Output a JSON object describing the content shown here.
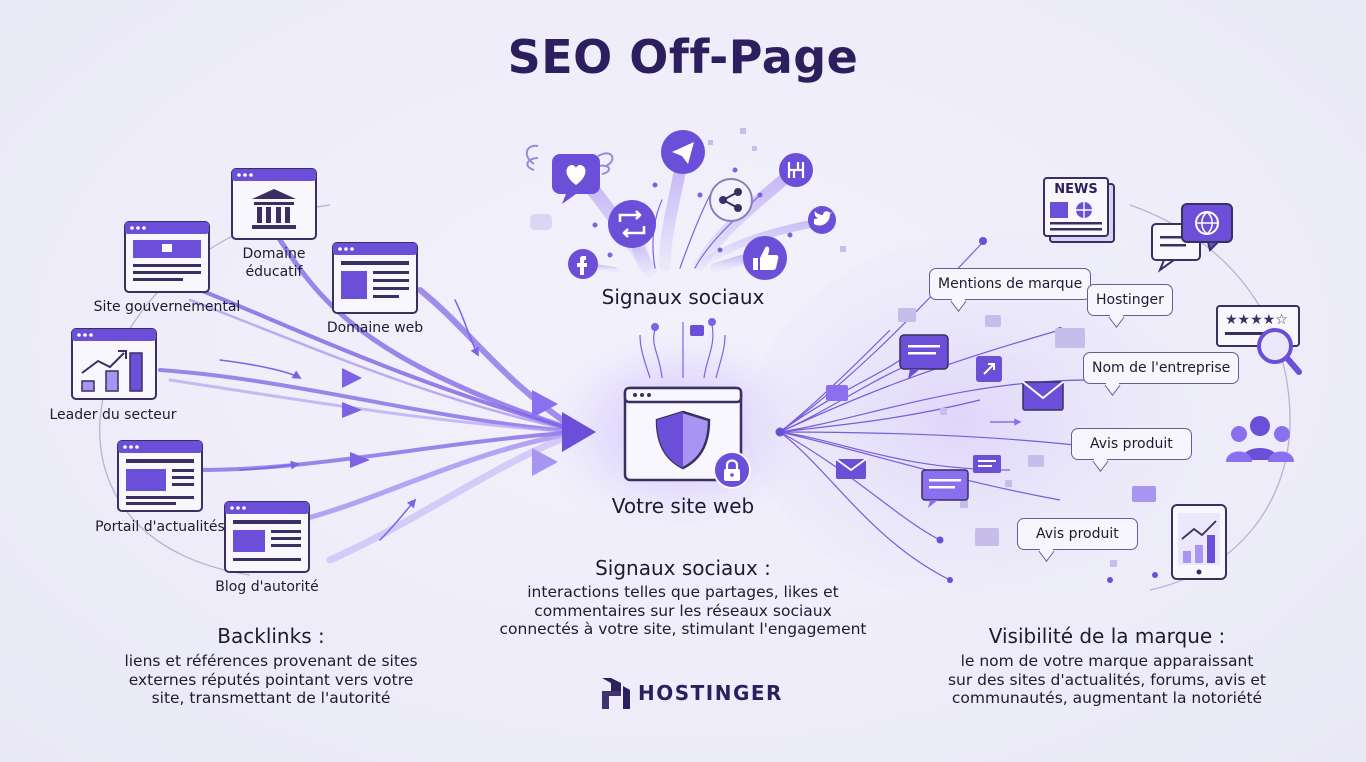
{
  "title": "SEO Off-Page",
  "backlinks": {
    "sources": [
      {
        "label": "Domaine\néducatif"
      },
      {
        "label": "Site gouvernemental"
      },
      {
        "label": "Domaine web"
      },
      {
        "label": "Leader du secteur"
      },
      {
        "label": "Portail d'actualités"
      },
      {
        "label": "Blog d'autorité"
      }
    ],
    "heading": "Backlinks :",
    "description": "liens et références provenant de sites externes réputés pointant vers votre site, transmettant de l'autorité"
  },
  "social": {
    "label": "Signaux sociaux",
    "heading": "Signaux sociaux :",
    "description": "interactions telles que partages, likes et commentaires sur les réseaux sociaux connectés à votre site, stimulant l'engagement",
    "icons": [
      "heart-icon",
      "telegram-icon",
      "share-icon",
      "hostinger-icon",
      "twitter-icon",
      "repost-icon",
      "facebook-icon",
      "thumbs-up-icon"
    ]
  },
  "hub": {
    "label": "Votre site web",
    "icon": "shield-lock-icon"
  },
  "brand_visibility": {
    "news_label": "NEWS",
    "bubbles": [
      "Mentions de marque",
      "Hostinger",
      "Nom de l'entreprise",
      "Avis produit",
      "Avis produit"
    ],
    "heading": "Visibilité de la marque :",
    "description": "le nom de votre marque apparaissant sur des sites d'actualités, forums, avis et communautés, augmentant la notoriété"
  },
  "logo": {
    "text": "HOSTINGER"
  },
  "colors": {
    "primary": "#6b4fd8",
    "dark": "#2d1f5e",
    "light": "#d9d2f7",
    "background": "#eeedf9"
  }
}
